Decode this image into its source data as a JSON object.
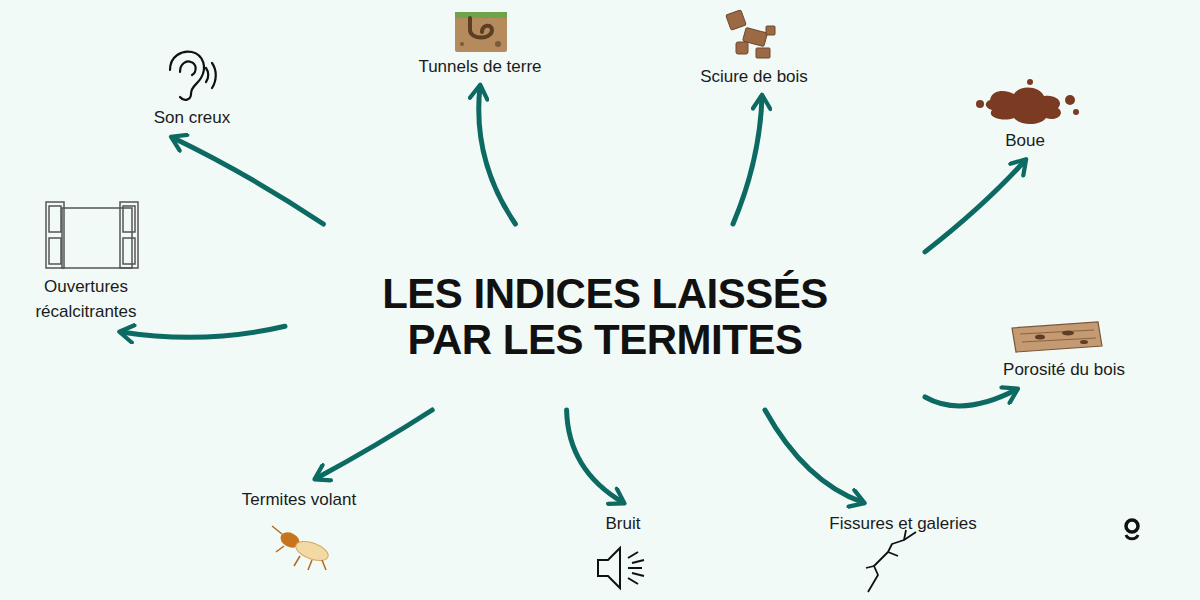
{
  "diagram": {
    "nodes": [
      {
        "text": [
          "LES INDICES LAISSÉS PAR LES TERMITES"
        ]
      },
      {
        "text": [
          "Son creux"
        ]
      },
      {
        "text": [
          "Tunnels de terre"
        ]
      },
      {
        "text": [
          "Sciure de bois"
        ]
      },
      {
        "text": [
          "Boue"
        ]
      },
      {
        "text": [
          "Ouvertures récalcitrantes"
        ]
      },
      {
        "text": [
          "Porosité du bois"
        ]
      },
      {
        "text": [
          "Termites volant"
        ]
      },
      {
        "text": [
          "Bruit"
        ]
      },
      {
        "text": [
          "Fissures et galeries"
        ]
      }
    ],
    "edges": [
      {
        "from": 0,
        "to": 1,
        "arrow": "to"
      },
      {
        "from": 0,
        "to": 2,
        "arrow": "to"
      },
      {
        "from": 0,
        "to": 3,
        "arrow": "to"
      },
      {
        "from": 0,
        "to": 4,
        "arrow": "to"
      },
      {
        "from": 0,
        "to": 5,
        "arrow": "to"
      },
      {
        "from": 0,
        "to": 6,
        "arrow": "to"
      },
      {
        "from": 0,
        "to": 7,
        "arrow": "to"
      },
      {
        "from": 0,
        "to": 8,
        "arrow": "to"
      },
      {
        "from": 0,
        "to": 9,
        "arrow": "to"
      }
    ]
  }
}
